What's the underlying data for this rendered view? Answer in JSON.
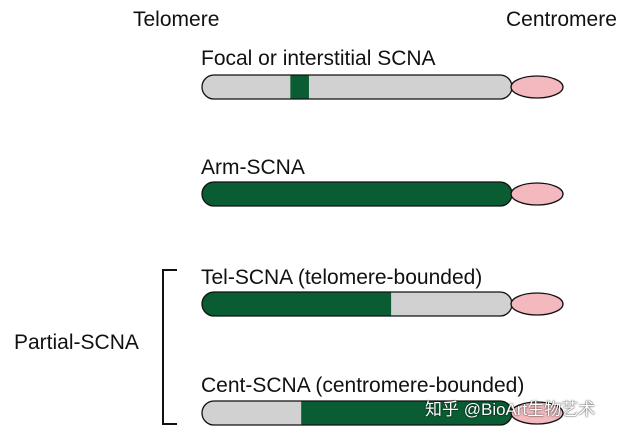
{
  "header": {
    "telomere_label": "Telomere",
    "centromere_label": "Centromere"
  },
  "colors": {
    "arm_fill": "#d1d1d1",
    "scna_fill": "#0a5c33",
    "centromere_fill": "#f3b9be",
    "outline": "#111111"
  },
  "chromosomes": [
    {
      "label": "Focal or interstitial SCNA",
      "segment": {
        "start": 0.285,
        "end": 0.345
      }
    },
    {
      "label": "Arm-SCNA",
      "segment": {
        "start": 0.0,
        "end": 1.0
      }
    },
    {
      "label": "Tel-SCNA (telomere-bounded)",
      "segment": {
        "start": 0.0,
        "end": 0.61
      }
    },
    {
      "label": "Cent-SCNA (centromere-bounded)",
      "segment": {
        "start": 0.32,
        "end": 1.0
      }
    }
  ],
  "group": {
    "label": "Partial-SCNA"
  },
  "watermark": {
    "text": "知乎 @BioArt生物艺术"
  }
}
